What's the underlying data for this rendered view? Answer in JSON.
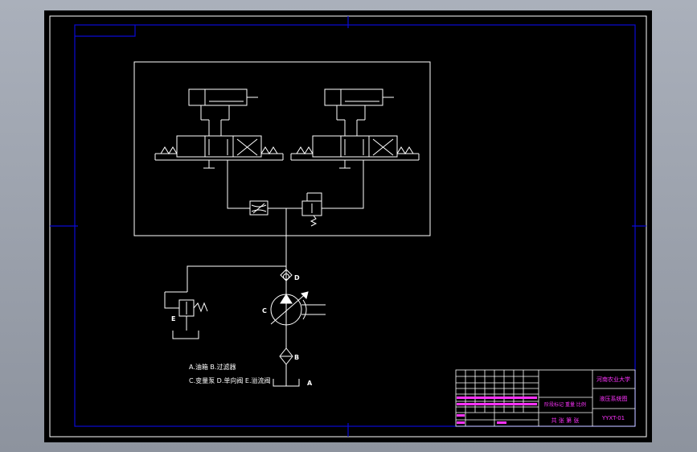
{
  "colors": {
    "background": "#9aa1ad",
    "sheet": "#000000",
    "frame_inner": "#0a0ad6",
    "line": "#ffffff",
    "title_text": "#ff33ff"
  },
  "labels": {
    "pump": "C",
    "check_valve": "D",
    "filter": "B",
    "relief_valve": "E",
    "tank": "A"
  },
  "legend": {
    "line1": "A.油箱  B.过滤器",
    "line2": "C.变量泵  D.单向阀  E.溢流阀"
  },
  "title_block": {
    "school": "河南农业大学",
    "drawing_name": "液压系统图",
    "drawing_no": "YYXT-01",
    "scale_row": "阶段标记  重量  比例",
    "sheet_row": "共  张  第  张"
  }
}
